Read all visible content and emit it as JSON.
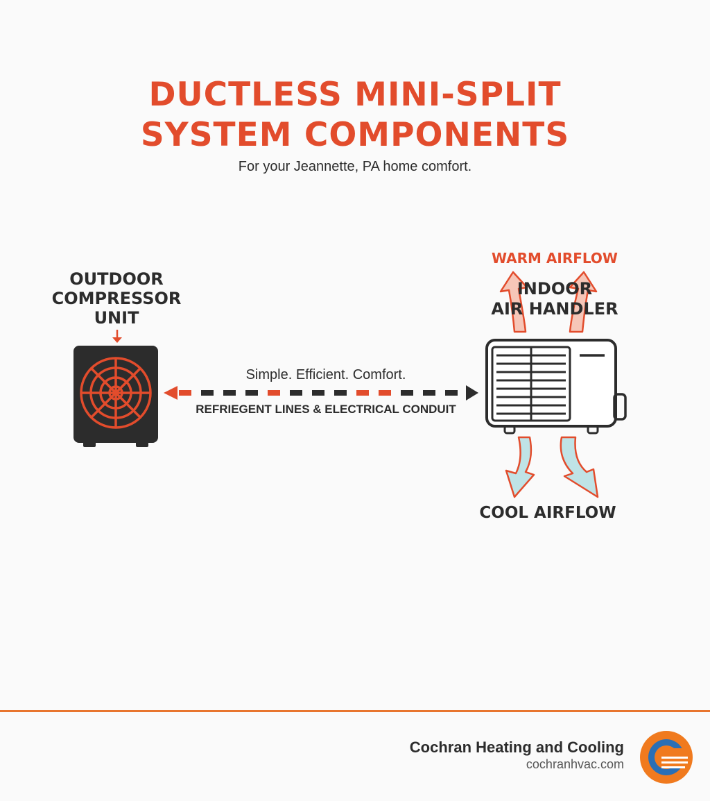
{
  "title": {
    "line1": "DUCTLESS MINI-SPLIT",
    "line2": "SYSTEM COMPONENTS"
  },
  "subtitle": "For your Jeannette, PA home comfort.",
  "outdoor_unit": {
    "label_lines": [
      "OUTDOOR",
      "COMPRESSOR",
      "UNIT"
    ]
  },
  "indoor_unit": {
    "label_lines": [
      "INDOOR",
      "AIR HANDLER"
    ]
  },
  "connection": {
    "tagline": "Simple. Efficient. Comfort.",
    "label": "REFRIEGENT LINES & ELECTRICAL CONDUIT"
  },
  "airflow": {
    "warm": "WARM AIRFLOW",
    "cool": "COOL AIRFLOW"
  },
  "footer": {
    "company": "Cochran Heating and Cooling",
    "url": "cochranhvac.com"
  },
  "colors": {
    "accent": "#e24c2c",
    "dark": "#2c2c2c",
    "warm_fill": "#f6c6b8",
    "cool_fill": "#bfe3e6",
    "footer_line": "#e8752e",
    "logo_orange": "#f07a1e",
    "logo_blue": "#2a6fb5"
  }
}
